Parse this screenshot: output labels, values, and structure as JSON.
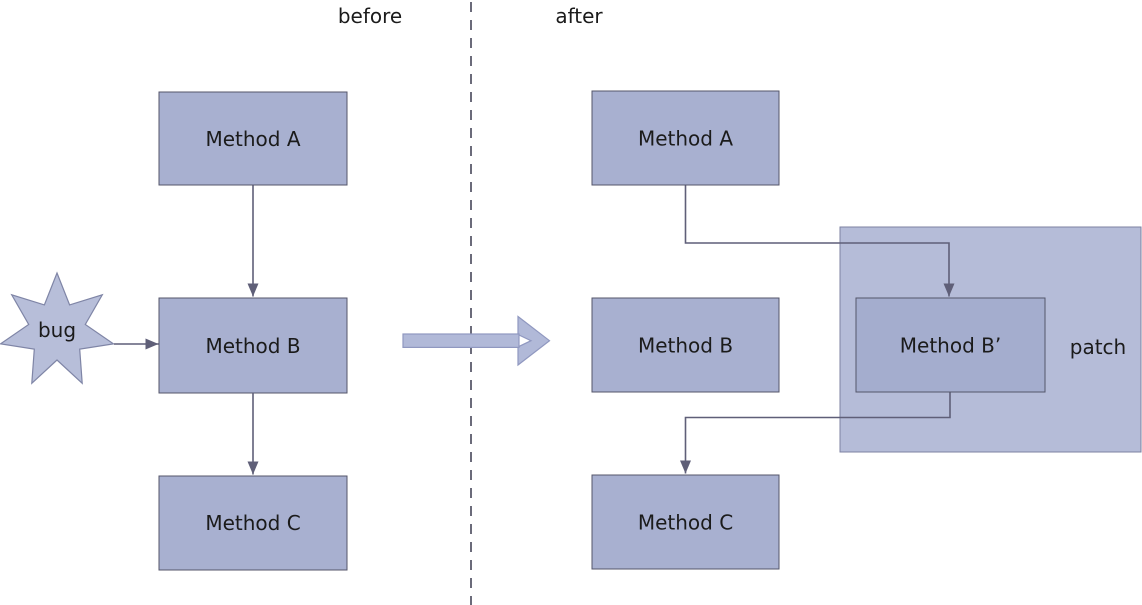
{
  "titles": {
    "before": "before",
    "after": "after"
  },
  "before_panel": {
    "method_a": "Method A",
    "method_b": "Method B",
    "method_c": "Method C",
    "bug": "bug"
  },
  "after_panel": {
    "method_a": "Method A",
    "method_b": "Method B",
    "method_b_patched": "Method B’",
    "method_c": "Method C",
    "patch": "patch"
  },
  "colors": {
    "box_fill": "#a8b0d0",
    "box_border": "#54566a",
    "patch_fill": "#b5bcd8",
    "patch_border": "#7d82a2",
    "patch_box_fill": "#a4adce",
    "connector": "#5f5f78",
    "divider": "#6b6b7a",
    "block_arrow_fill": "#b1b9d8",
    "block_arrow_border": "#9098c0",
    "star_fill": "#b7bed9",
    "star_border": "#7f85a6",
    "text": "#1b1b1b"
  }
}
